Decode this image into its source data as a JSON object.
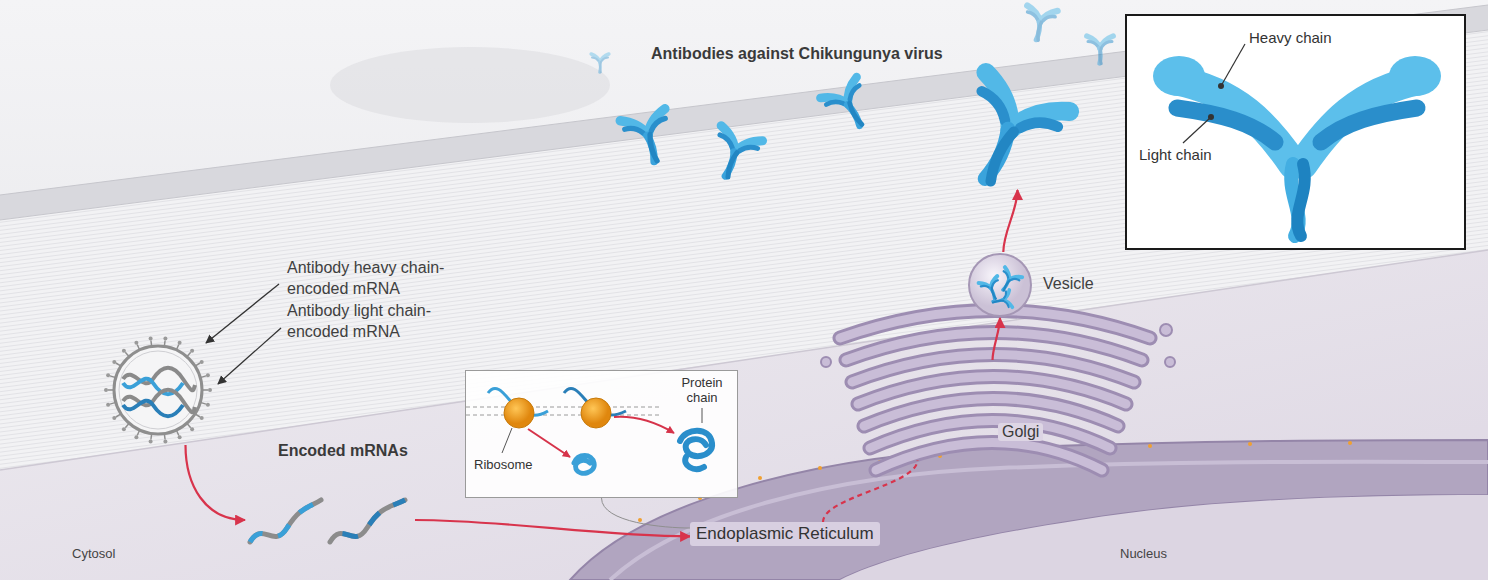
{
  "diagram": {
    "nodes": [
      {
        "text": [
          "Antibodies against Chikungunya virus"
        ]
      },
      {
        "text": [
          "Heavy chain",
          "Light chain"
        ]
      },
      {
        "text": [
          "Antibody heavy chain-encoded mRNA",
          "Antibody light chain-encoded mRNA"
        ]
      },
      {
        "text": [
          "Vesicle"
        ]
      },
      {
        "text": [
          "Encoded mRNAs"
        ]
      },
      {
        "text": [
          "Protein chain",
          "Ribosome"
        ]
      },
      {
        "text": [
          "Golgi"
        ]
      },
      {
        "text": [
          "Endoplasmic Reticulum"
        ]
      }
    ],
    "edges": [
      {
        "from": 2,
        "to": 4,
        "arrow": "to"
      },
      {
        "from": 4,
        "to": 7,
        "arrow": "to"
      },
      {
        "from": 5,
        "to": 7,
        "arrow": "none"
      },
      {
        "from": 7,
        "to": 6,
        "arrow": "none"
      },
      {
        "from": 6,
        "to": 3,
        "arrow": "to"
      },
      {
        "from": 3,
        "to": 0,
        "arrow": "to"
      }
    ],
    "labels": [
      "Cytosol",
      "Nucleus"
    ]
  }
}
